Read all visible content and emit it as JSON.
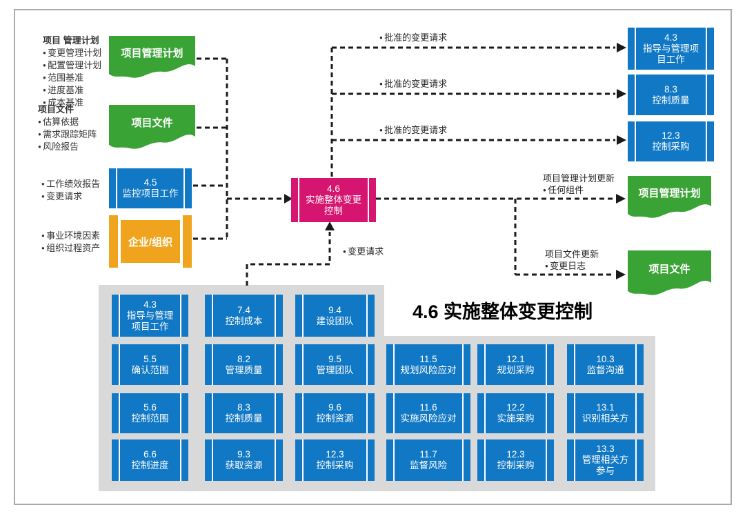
{
  "colors": {
    "process_blue": "#1178C5",
    "document_green": "#3AA335",
    "enterprise_orange": "#F0A41E",
    "central_magenta": "#D5156F",
    "panel_gray": "#D9D9D9",
    "connector_black": "#1A1A1A"
  },
  "inputs": [
    {
      "header": "项目 管理计划",
      "bullets": [
        "变更管理计划",
        "配置管理计划",
        "范围基准",
        "进度基准",
        "成本基准"
      ],
      "shape": {
        "type": "document",
        "label": "项目管理计划"
      }
    },
    {
      "header": "项目文件",
      "bullets": [
        "估算依据",
        "需求跟踪矩阵",
        "风险报告"
      ],
      "shape": {
        "type": "document",
        "label": "项目文件"
      }
    },
    {
      "header": "",
      "bullets": [
        "工作绩效报告",
        "变更请求"
      ],
      "shape": {
        "type": "process",
        "num": "4.5",
        "label": "监控项目工作"
      }
    },
    {
      "header": "",
      "bullets": [
        "事业环境因素",
        "组织过程资产"
      ],
      "shape": {
        "type": "enterprise",
        "label": "企业/组织"
      }
    }
  ],
  "center": {
    "num": "4.6",
    "label": "实施整体变更\n控制"
  },
  "top_outputs": {
    "arrow_label": "批准的变更请求",
    "boxes": [
      {
        "num": "4.3",
        "label": "指导与管理项\n目工作"
      },
      {
        "num": "8.3",
        "label": "控制质量"
      },
      {
        "num": "12.3",
        "label": "控制采购"
      }
    ]
  },
  "right_outputs": {
    "pm_update_title": "项目管理计划更新",
    "pm_update_bullet": "任何组件",
    "doc_update_title": "项目文件更新",
    "doc_update_bullet": "变更日志",
    "docs": [
      {
        "label": "项目管理计划"
      },
      {
        "label": "项目文件"
      }
    ]
  },
  "bottom_input": {
    "label": "变更请求"
  },
  "grid": {
    "title": "4.6 实施整体变更控制",
    "rows": [
      [
        {
          "num": "4.3",
          "label": "指导与管理\n项目工作"
        },
        {
          "num": "7.4",
          "label": "控制成本"
        },
        {
          "num": "9.4",
          "label": "建设团队"
        }
      ],
      [
        {
          "num": "5.5",
          "label": "确认范围"
        },
        {
          "num": "8.2",
          "label": "管理质量"
        },
        {
          "num": "9.5",
          "label": "管理团队"
        },
        {
          "num": "11.5",
          "label": "规划风险应对"
        },
        {
          "num": "12.1",
          "label": "规划采购"
        },
        {
          "num": "10.3",
          "label": "监督沟通"
        }
      ],
      [
        {
          "num": "5.6",
          "label": "控制范围"
        },
        {
          "num": "8.3",
          "label": "控制质量"
        },
        {
          "num": "9.6",
          "label": "控制资源"
        },
        {
          "num": "11.6",
          "label": "实施风险应对"
        },
        {
          "num": "12.2",
          "label": "实施采购"
        },
        {
          "num": "13.1",
          "label": "识别相关方"
        }
      ],
      [
        {
          "num": "6.6",
          "label": "控制进度"
        },
        {
          "num": "9.3",
          "label": "获取资源"
        },
        {
          "num": "12.3",
          "label": "控制采购"
        },
        {
          "num": "11.7",
          "label": "监督风险"
        },
        {
          "num": "12.3",
          "label": "控制采购"
        },
        {
          "num": "13.3",
          "label": "管理相关方\n参与"
        }
      ]
    ]
  }
}
